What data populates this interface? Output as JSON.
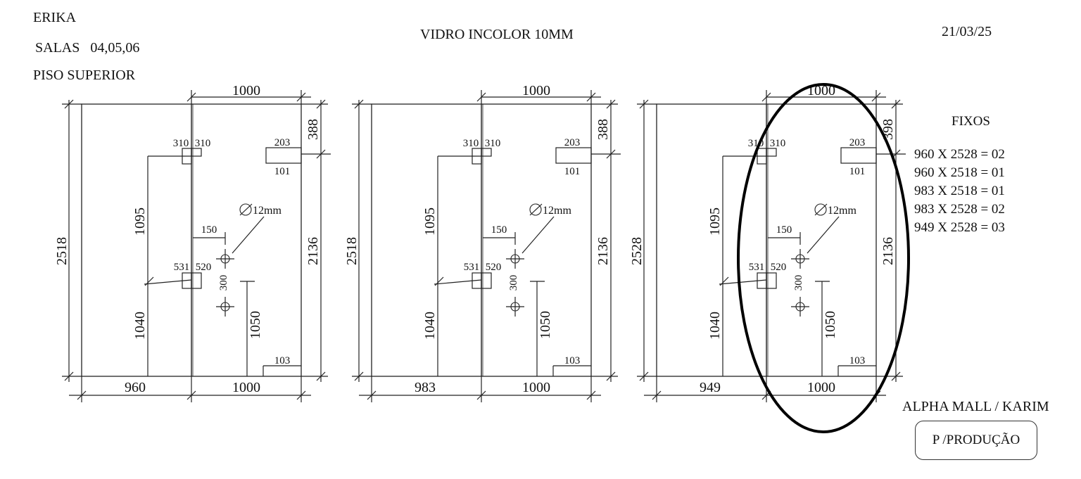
{
  "header": {
    "client_name": "ERIKA",
    "rooms": "SALAS   04,05,06",
    "floor": "PISO SUPERIOR",
    "material": "VIDRO INCOLOR 10MM",
    "date": "21/03/25"
  },
  "fixos": {
    "title": "FIXOS",
    "lines": [
      "960 X 2528 = 02",
      "960 X 2518 = 01",
      "983 X 2518 = 01",
      "983 X 2528 = 02",
      "949 X 2528 = 03"
    ]
  },
  "footer": {
    "project": "ALPHA MALL / KARIM",
    "stamp": "P /PRODUÇÃO"
  },
  "drawings": [
    {
      "id": "drawing-1",
      "top_width": "1000",
      "left_width": "960",
      "bottom_right_width": "1000",
      "total_height": "2518",
      "right_top_height": "388",
      "right_height": "2136",
      "upper_left_height": "1095",
      "lower_left_height": "1040",
      "lower_right_height": "1050",
      "upper_hinge_left": "310",
      "upper_hinge_right": "310",
      "lower_hinge_left": "531",
      "lower_hinge_right": "520",
      "lock_top": "203",
      "lock_bottom": "101",
      "handle_offset": "150",
      "hole_spacing": "300",
      "hole_diameter": "12mm",
      "bottom_notch": "103"
    },
    {
      "id": "drawing-2",
      "top_width": "1000",
      "left_width": "983",
      "bottom_right_width": "1000",
      "total_height": "2518",
      "right_top_height": "388",
      "right_height": "2136",
      "upper_left_height": "1095",
      "lower_left_height": "1040",
      "lower_right_height": "1050",
      "upper_hinge_left": "310",
      "upper_hinge_right": "310",
      "lower_hinge_left": "531",
      "lower_hinge_right": "520",
      "lock_top": "203",
      "lock_bottom": "101",
      "handle_offset": "150",
      "hole_spacing": "300",
      "hole_diameter": "12mm",
      "bottom_notch": "103"
    },
    {
      "id": "drawing-3",
      "top_width": "1000",
      "left_width": "949",
      "bottom_right_width": "1000",
      "total_height": "2528",
      "right_top_height": "398",
      "right_height": "2136",
      "upper_left_height": "1095",
      "lower_left_height": "1040",
      "lower_right_height": "1050",
      "upper_hinge_left": "310",
      "upper_hinge_right": "310",
      "lower_hinge_left": "531",
      "lower_hinge_right": "520",
      "lock_top": "203",
      "lock_bottom": "101",
      "handle_offset": "150",
      "hole_spacing": "300",
      "hole_diameter": "12mm",
      "bottom_notch": "103"
    }
  ]
}
